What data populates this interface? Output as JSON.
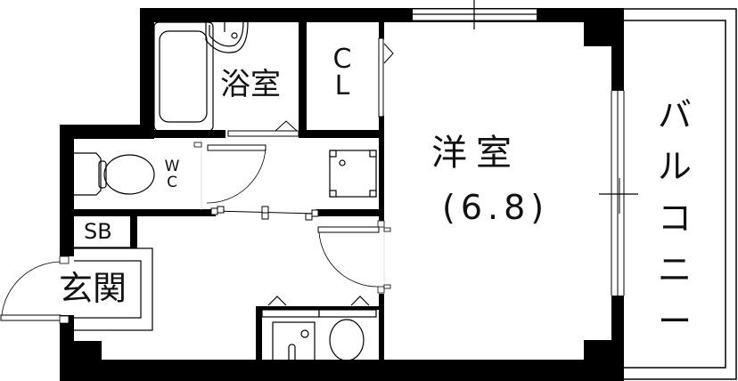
{
  "floor_plan": {
    "type": "apartment floor plan (1K)",
    "rooms": {
      "bathroom": "浴室",
      "closet": "CL",
      "toilet": "WC",
      "western_room_name": "洋室",
      "western_room_size": "(6.8)",
      "shoe_box": "SB",
      "entrance": "玄関",
      "balcony": "バルコニー"
    },
    "colors": {
      "wall": "#000000",
      "background": "#ffffff",
      "line": "#111111"
    }
  }
}
